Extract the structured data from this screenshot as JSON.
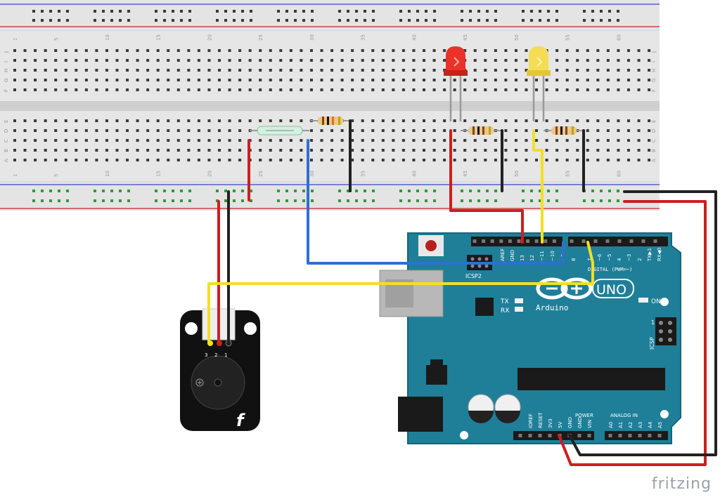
{
  "breadboard": {
    "column_numbers_top": [
      "1",
      "5",
      "10",
      "15",
      "20",
      "25",
      "30",
      "35",
      "40",
      "45",
      "50",
      "55",
      "60"
    ],
    "column_numbers_bottom": [
      "1",
      "5",
      "10",
      "15",
      "20",
      "25",
      "30",
      "35",
      "40",
      "45",
      "50",
      "55",
      "60"
    ],
    "rows_top": [
      "J",
      "I",
      "H",
      "G",
      "F"
    ],
    "rows_bottom": [
      "E",
      "D",
      "C",
      "B",
      "A"
    ]
  },
  "arduino": {
    "logo_text": "Arduino",
    "model": "UNO",
    "tx_label": "TX",
    "rx_label": "RX",
    "on_label": "ON",
    "icsp_label": "ICSP",
    "icsp2_label": "ICSP2",
    "digital_label": "DIGITAL (PWM=~)",
    "power_label": "POWER",
    "analog_label": "ANALOG IN",
    "digital_pins": [
      "AREF",
      "GND",
      "13",
      "12",
      "~11",
      "~10",
      "~9",
      "8",
      "7",
      "~6",
      "~5",
      "4",
      "~3",
      "2",
      "TX▶1",
      "RX◀0"
    ],
    "power_pins": [
      "IOREF",
      "RESET",
      "3V3",
      "5V",
      "GND",
      "GND",
      "VIN"
    ],
    "analog_pins": [
      "A0",
      "A1",
      "A2",
      "A3",
      "A4",
      "A5"
    ],
    "icsp_pin1": "1"
  },
  "buzzer": {
    "pin_labels": [
      "3",
      "2",
      "1"
    ],
    "logo": "f"
  },
  "colors": {
    "board": "#1f7f98",
    "wire_red": "#cc1f1f",
    "wire_black": "#222222",
    "wire_yellow": "#f2e022",
    "wire_blue": "#2f6fd0",
    "led_red": "#e8322a",
    "led_yellow": "#f4dc55"
  },
  "watermark": "fritzing"
}
